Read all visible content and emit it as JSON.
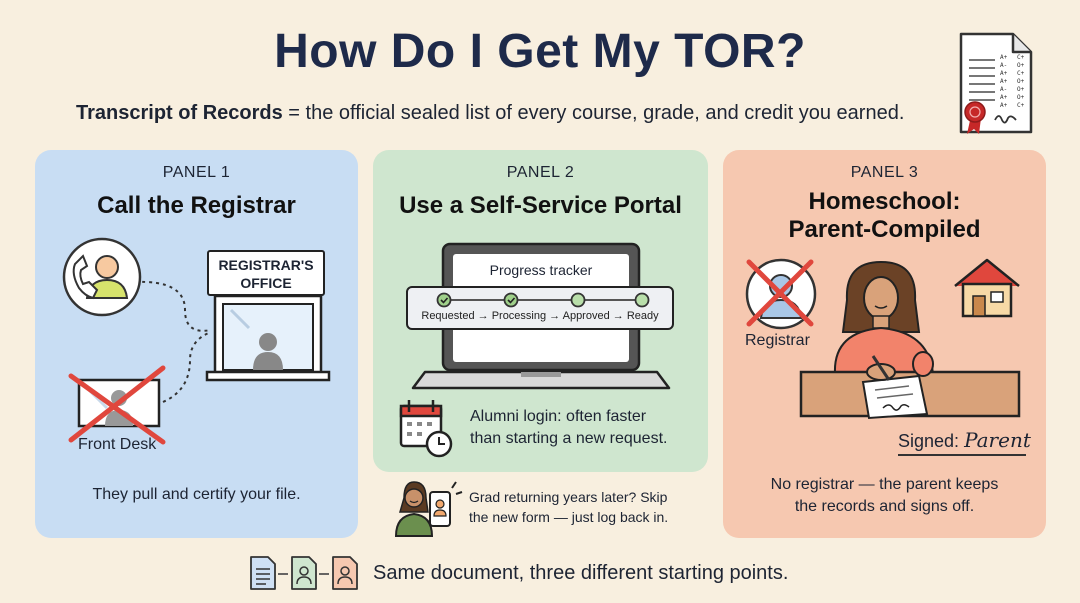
{
  "header": {
    "title": "How Do I Get My TOR?",
    "subtitle_term": "Transcript of Records",
    "subtitle_rest": " = the official sealed list of every course, grade, and credit you earned."
  },
  "panels": [
    {
      "label": "PANEL 1",
      "title": "Call the Registrar",
      "office_sign_line1": "REGISTRAR'S",
      "office_sign_line2": "OFFICE",
      "crossed_label": "Front Desk",
      "caption": "They pull and certify your file."
    },
    {
      "label": "PANEL 2",
      "title": "Use a Self-Service Portal",
      "progress_title": "Progress tracker",
      "progress_steps": "Requested → Processing → Approved → Ready",
      "alumni_line1": "Alumni login: often faster",
      "alumni_line2": "than starting a new request."
    },
    {
      "label": "PANEL 3",
      "title_line1": "Homeschool:",
      "title_line2": "Parent-Compiled",
      "crossed_label": "Registrar",
      "signed_label": "Signed: ",
      "signed_name": "Parent",
      "caption_line1": "No registrar — the parent keeps",
      "caption_line2": "the records and signs off."
    }
  ],
  "grad_note": {
    "line1": "Grad returning years later? Skip",
    "line2": "the new form — just log back in."
  },
  "footer": {
    "text": "Same document, three different starting points."
  },
  "document_grades": [
    "A+",
    "C+",
    "A-",
    "O+",
    "A+",
    "C+",
    "A+",
    "O+",
    "A-",
    "O+",
    "A+",
    "O+",
    "A+",
    "C+"
  ],
  "colors": {
    "panel1_bg": "#c8ddf3",
    "panel2_bg": "#cfe6cf",
    "panel3_bg": "#f6c8b0",
    "cross_red": "#e0473d",
    "seal_red": "#c62828",
    "page_bg": "#f8efdf"
  },
  "icons": [
    "document-icon",
    "phone-person-icon",
    "registrar-window-icon",
    "crossed-desk-icon",
    "laptop-icon",
    "calendar-clock-icon",
    "graduate-phone-icon",
    "crossed-person-icon",
    "house-icon",
    "parent-writing-icon"
  ]
}
